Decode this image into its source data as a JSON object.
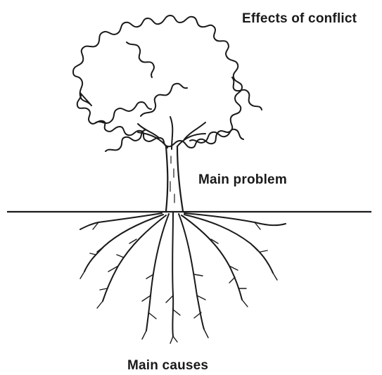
{
  "diagram": {
    "labels": {
      "effects": "Effects of conflict",
      "problem": "Main problem",
      "causes": "Main causes"
    },
    "parts": {
      "crown": "tree crown",
      "trunk": "tree trunk",
      "roots": "tree roots",
      "ground": "ground line"
    },
    "colors": {
      "ink": "#1a1a1a",
      "background": "#ffffff"
    }
  }
}
